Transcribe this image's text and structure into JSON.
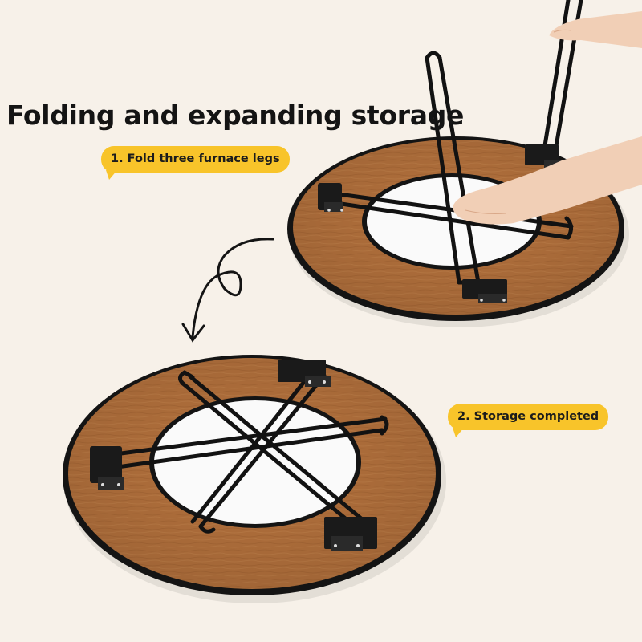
{
  "headline": "Folding and expanding storage",
  "steps": [
    {
      "label": "1. Fold three furnace legs"
    },
    {
      "label": "2. Storage completed"
    }
  ],
  "colors": {
    "background": "#f7f1e9",
    "wood": "#b5723d",
    "rim": "#141414",
    "callout": "#f8c42a",
    "skin": "#f1cfb6"
  }
}
